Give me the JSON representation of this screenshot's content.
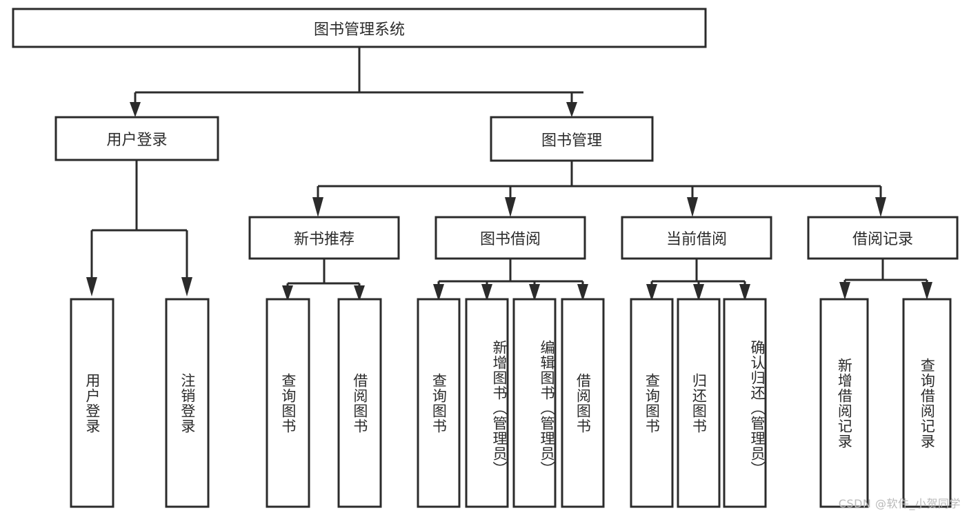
{
  "diagram": {
    "type": "tree",
    "title": "图书管理系统",
    "root": {
      "id": "root",
      "label": "图书管理系统",
      "orientation": "horizontal"
    },
    "level2": [
      {
        "id": "user-login",
        "label": "用户登录",
        "orientation": "horizontal"
      },
      {
        "id": "book-management",
        "label": "图书管理",
        "orientation": "horizontal"
      }
    ],
    "level3": [
      {
        "id": "new-book-recommend",
        "label": "新书推荐",
        "orientation": "horizontal",
        "parent": "book-management"
      },
      {
        "id": "book-borrow",
        "label": "图书借阅",
        "orientation": "horizontal",
        "parent": "book-management"
      },
      {
        "id": "current-borrow",
        "label": "当前借阅",
        "orientation": "horizontal",
        "parent": "book-management"
      },
      {
        "id": "borrow-record",
        "label": "借阅记录",
        "orientation": "horizontal",
        "parent": "book-management"
      }
    ],
    "leaves": [
      {
        "id": "leaf-user-login",
        "label": "用户登录",
        "orientation": "vertical",
        "parent": "user-login"
      },
      {
        "id": "leaf-logout",
        "label": "注销登录",
        "orientation": "vertical",
        "parent": "user-login"
      },
      {
        "id": "leaf-query-book-1",
        "label": "查询图书",
        "orientation": "vertical",
        "parent": "new-book-recommend"
      },
      {
        "id": "leaf-borrow-book-1",
        "label": "借阅图书",
        "orientation": "vertical",
        "parent": "new-book-recommend"
      },
      {
        "id": "leaf-query-book-2",
        "label": "查询图书",
        "orientation": "vertical",
        "parent": "book-borrow"
      },
      {
        "id": "leaf-add-book",
        "label": "新增图书（管理员）",
        "orientation": "vertical",
        "parent": "book-borrow"
      },
      {
        "id": "leaf-edit-book",
        "label": "编辑图书（管理员）",
        "orientation": "vertical",
        "parent": "book-borrow"
      },
      {
        "id": "leaf-borrow-book-2",
        "label": "借阅图书",
        "orientation": "vertical",
        "parent": "book-borrow"
      },
      {
        "id": "leaf-query-book-3",
        "label": "查询图书",
        "orientation": "vertical",
        "parent": "current-borrow"
      },
      {
        "id": "leaf-return-book",
        "label": "归还图书",
        "orientation": "vertical",
        "parent": "current-borrow"
      },
      {
        "id": "leaf-confirm-return",
        "label": "确认归还（管理员）",
        "orientation": "vertical",
        "parent": "current-borrow"
      },
      {
        "id": "leaf-add-record",
        "label": "新增借阅记录",
        "orientation": "vertical",
        "parent": "borrow-record"
      },
      {
        "id": "leaf-query-record",
        "label": "查询借阅记录",
        "orientation": "vertical",
        "parent": "borrow-record"
      }
    ]
  },
  "watermark": {
    "text": "CSDN @软件_小贺同学"
  },
  "colors": {
    "stroke": "#2b2b2b",
    "box_fill": "#ffffff",
    "background": "#ffffff",
    "watermark": "#b9b9b9"
  }
}
